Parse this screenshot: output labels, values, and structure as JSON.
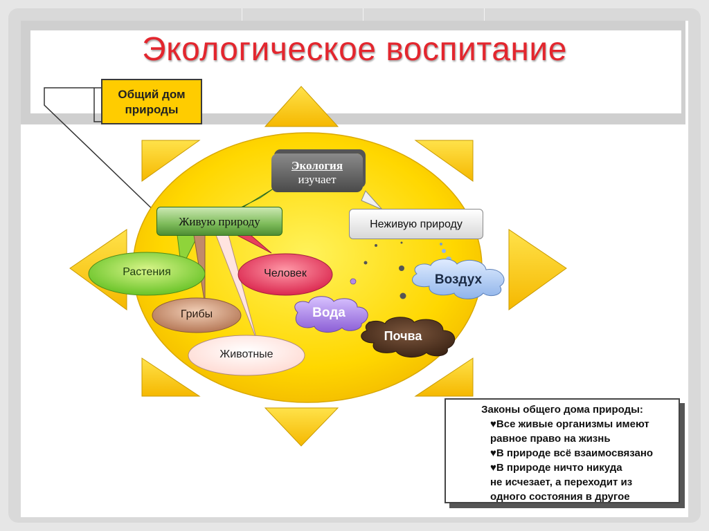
{
  "slide": {
    "title": "Экологическое воспитание",
    "dom_box": [
      "Общий дом",
      "природы"
    ]
  },
  "diagram": {
    "ecology": {
      "line1": "Экология",
      "line2": "изучает"
    },
    "living": "Живую природу",
    "nonliving": "Неживую природу",
    "living_items": [
      "Растения",
      "Грибы",
      "Животные",
      "Человек"
    ],
    "nonliving_items": [
      "Вода",
      "Воздух",
      "Почва"
    ]
  },
  "laws": {
    "title": "Законы общего дома природы:",
    "items": [
      [
        "Все живые организмы имеют",
        "равное право на жизнь"
      ],
      [
        "В природе всё взаимосвязано"
      ],
      [
        "В природе ничто никуда",
        "не исчезает, а переходит из",
        "одного состояния в другое"
      ]
    ],
    "bullet": "♥"
  },
  "colors": {
    "title": "#e3262e",
    "sun": "#ffd700",
    "rays": "#ffd21a",
    "plants": "#8fd43a",
    "human": "#e8405c",
    "fungi": "#c28a6a",
    "animals": "#ffe4e0",
    "water": "#b38be6",
    "air": "#a9c8f2",
    "soil": "#5a3a26"
  },
  "icons": {
    "bullet": "heart-icon"
  }
}
